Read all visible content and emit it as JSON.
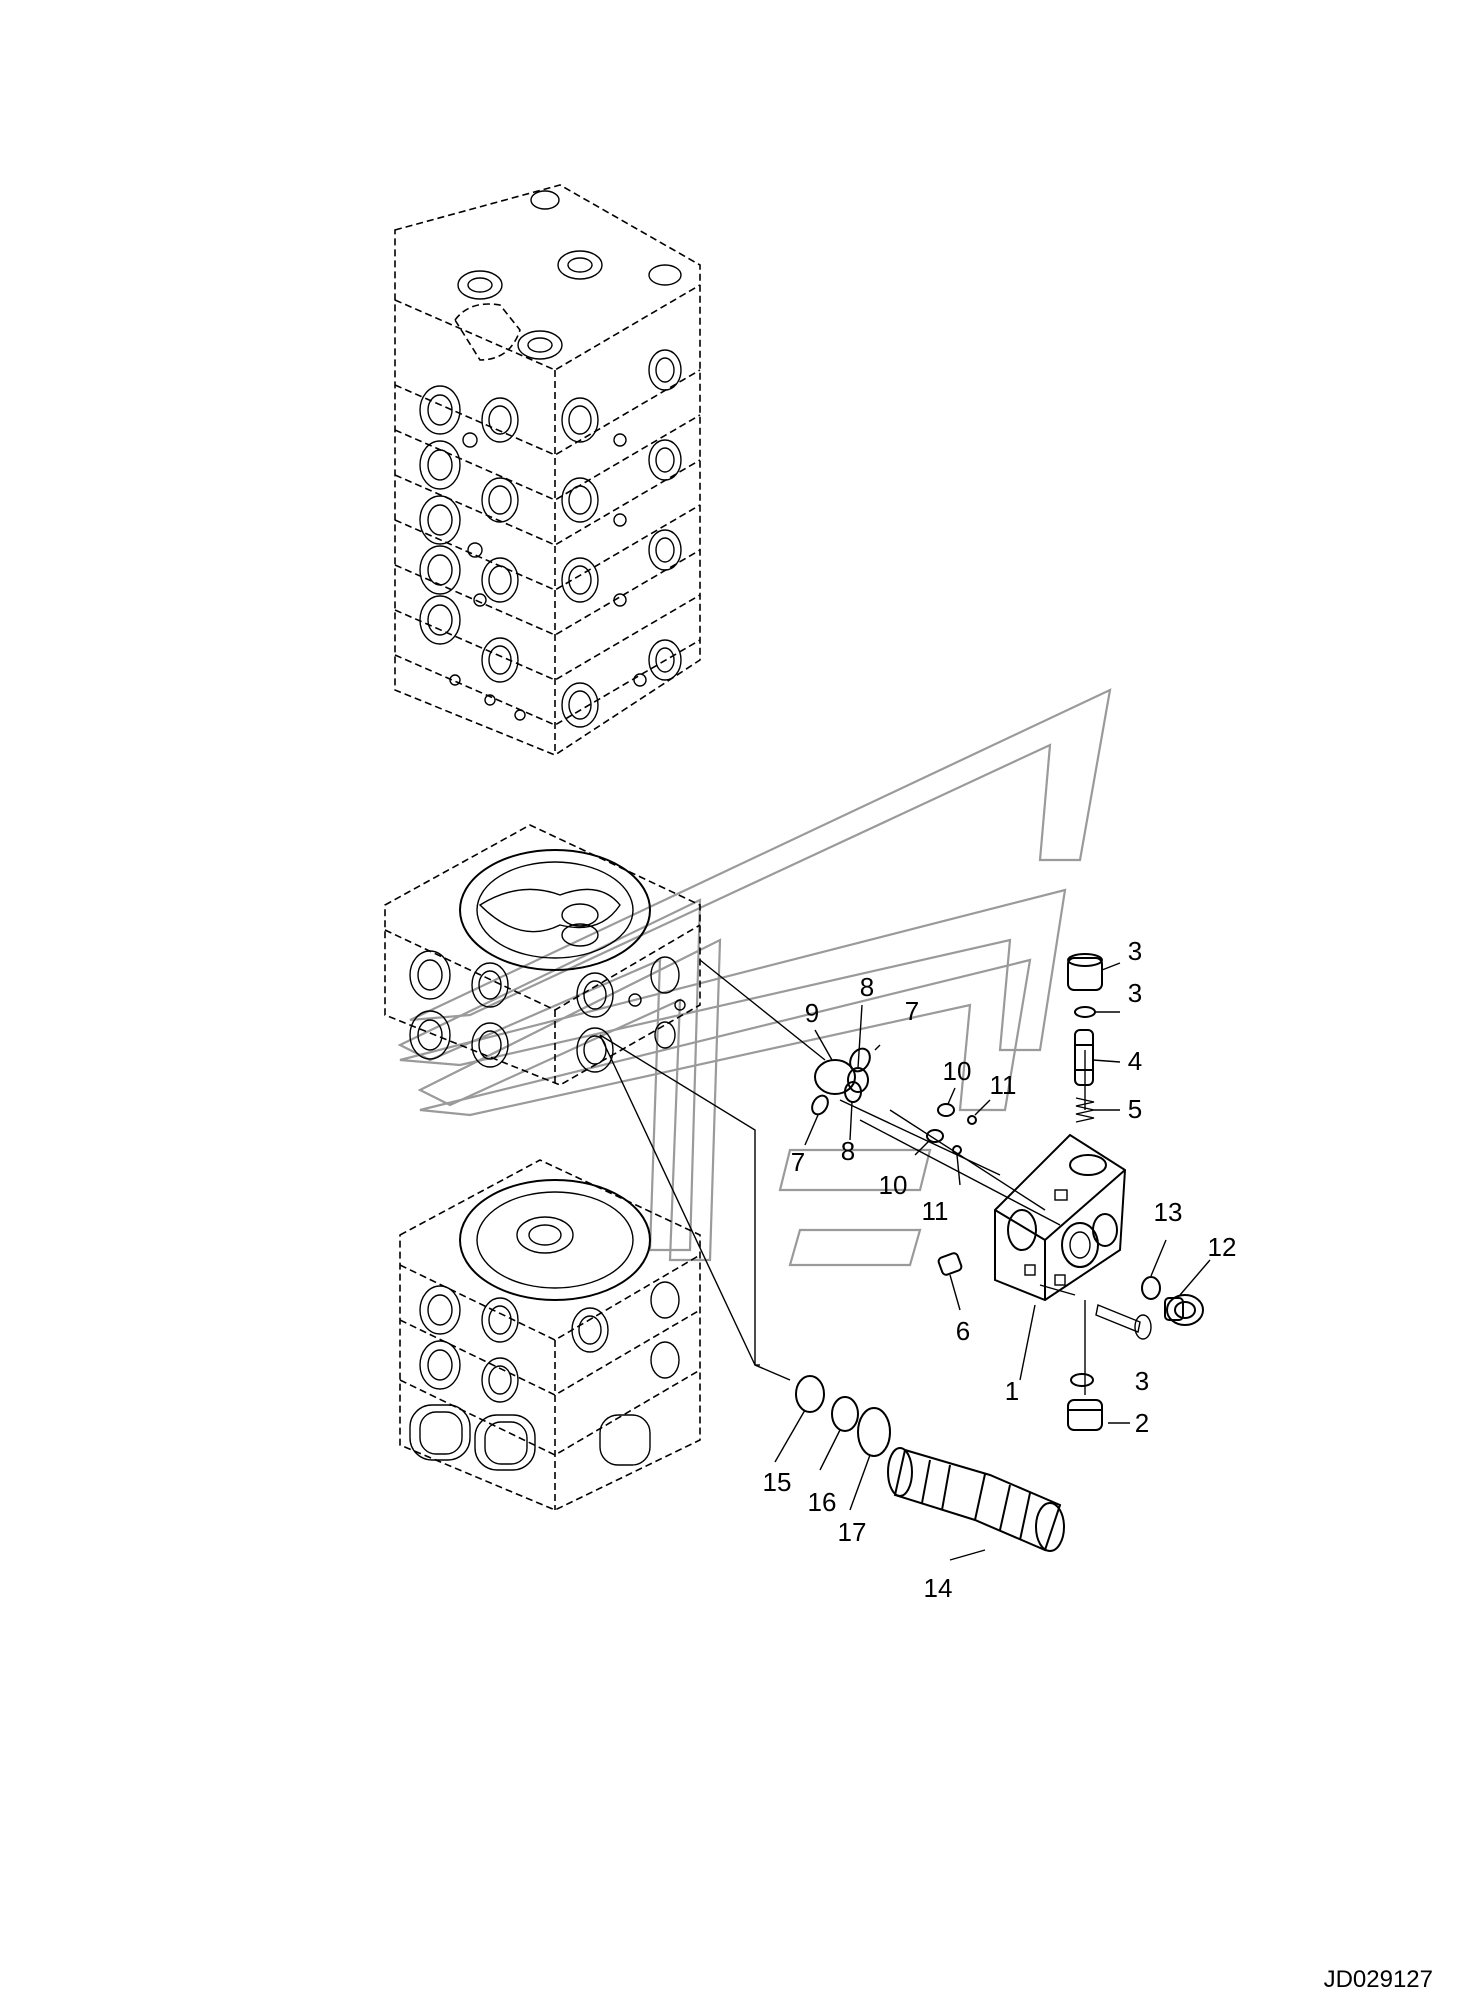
{
  "document_id": "JD029127",
  "callouts": [
    {
      "id": "c1",
      "text": "1"
    },
    {
      "id": "c2",
      "text": "2"
    },
    {
      "id": "c3a",
      "text": "3"
    },
    {
      "id": "c3b",
      "text": "3"
    },
    {
      "id": "c3c",
      "text": "3"
    },
    {
      "id": "c4",
      "text": "4"
    },
    {
      "id": "c5",
      "text": "5"
    },
    {
      "id": "c6",
      "text": "6"
    },
    {
      "id": "c7a",
      "text": "7"
    },
    {
      "id": "c7b",
      "text": "7"
    },
    {
      "id": "c8a",
      "text": "8"
    },
    {
      "id": "c8b",
      "text": "8"
    },
    {
      "id": "c9",
      "text": "9"
    },
    {
      "id": "c10a",
      "text": "10"
    },
    {
      "id": "c10b",
      "text": "10"
    },
    {
      "id": "c11a",
      "text": "11"
    },
    {
      "id": "c11b",
      "text": "11"
    },
    {
      "id": "c12",
      "text": "12"
    },
    {
      "id": "c13",
      "text": "13"
    },
    {
      "id": "c14",
      "text": "14"
    },
    {
      "id": "c15",
      "text": "15"
    },
    {
      "id": "c16",
      "text": "16"
    },
    {
      "id": "c17",
      "text": "17"
    }
  ]
}
